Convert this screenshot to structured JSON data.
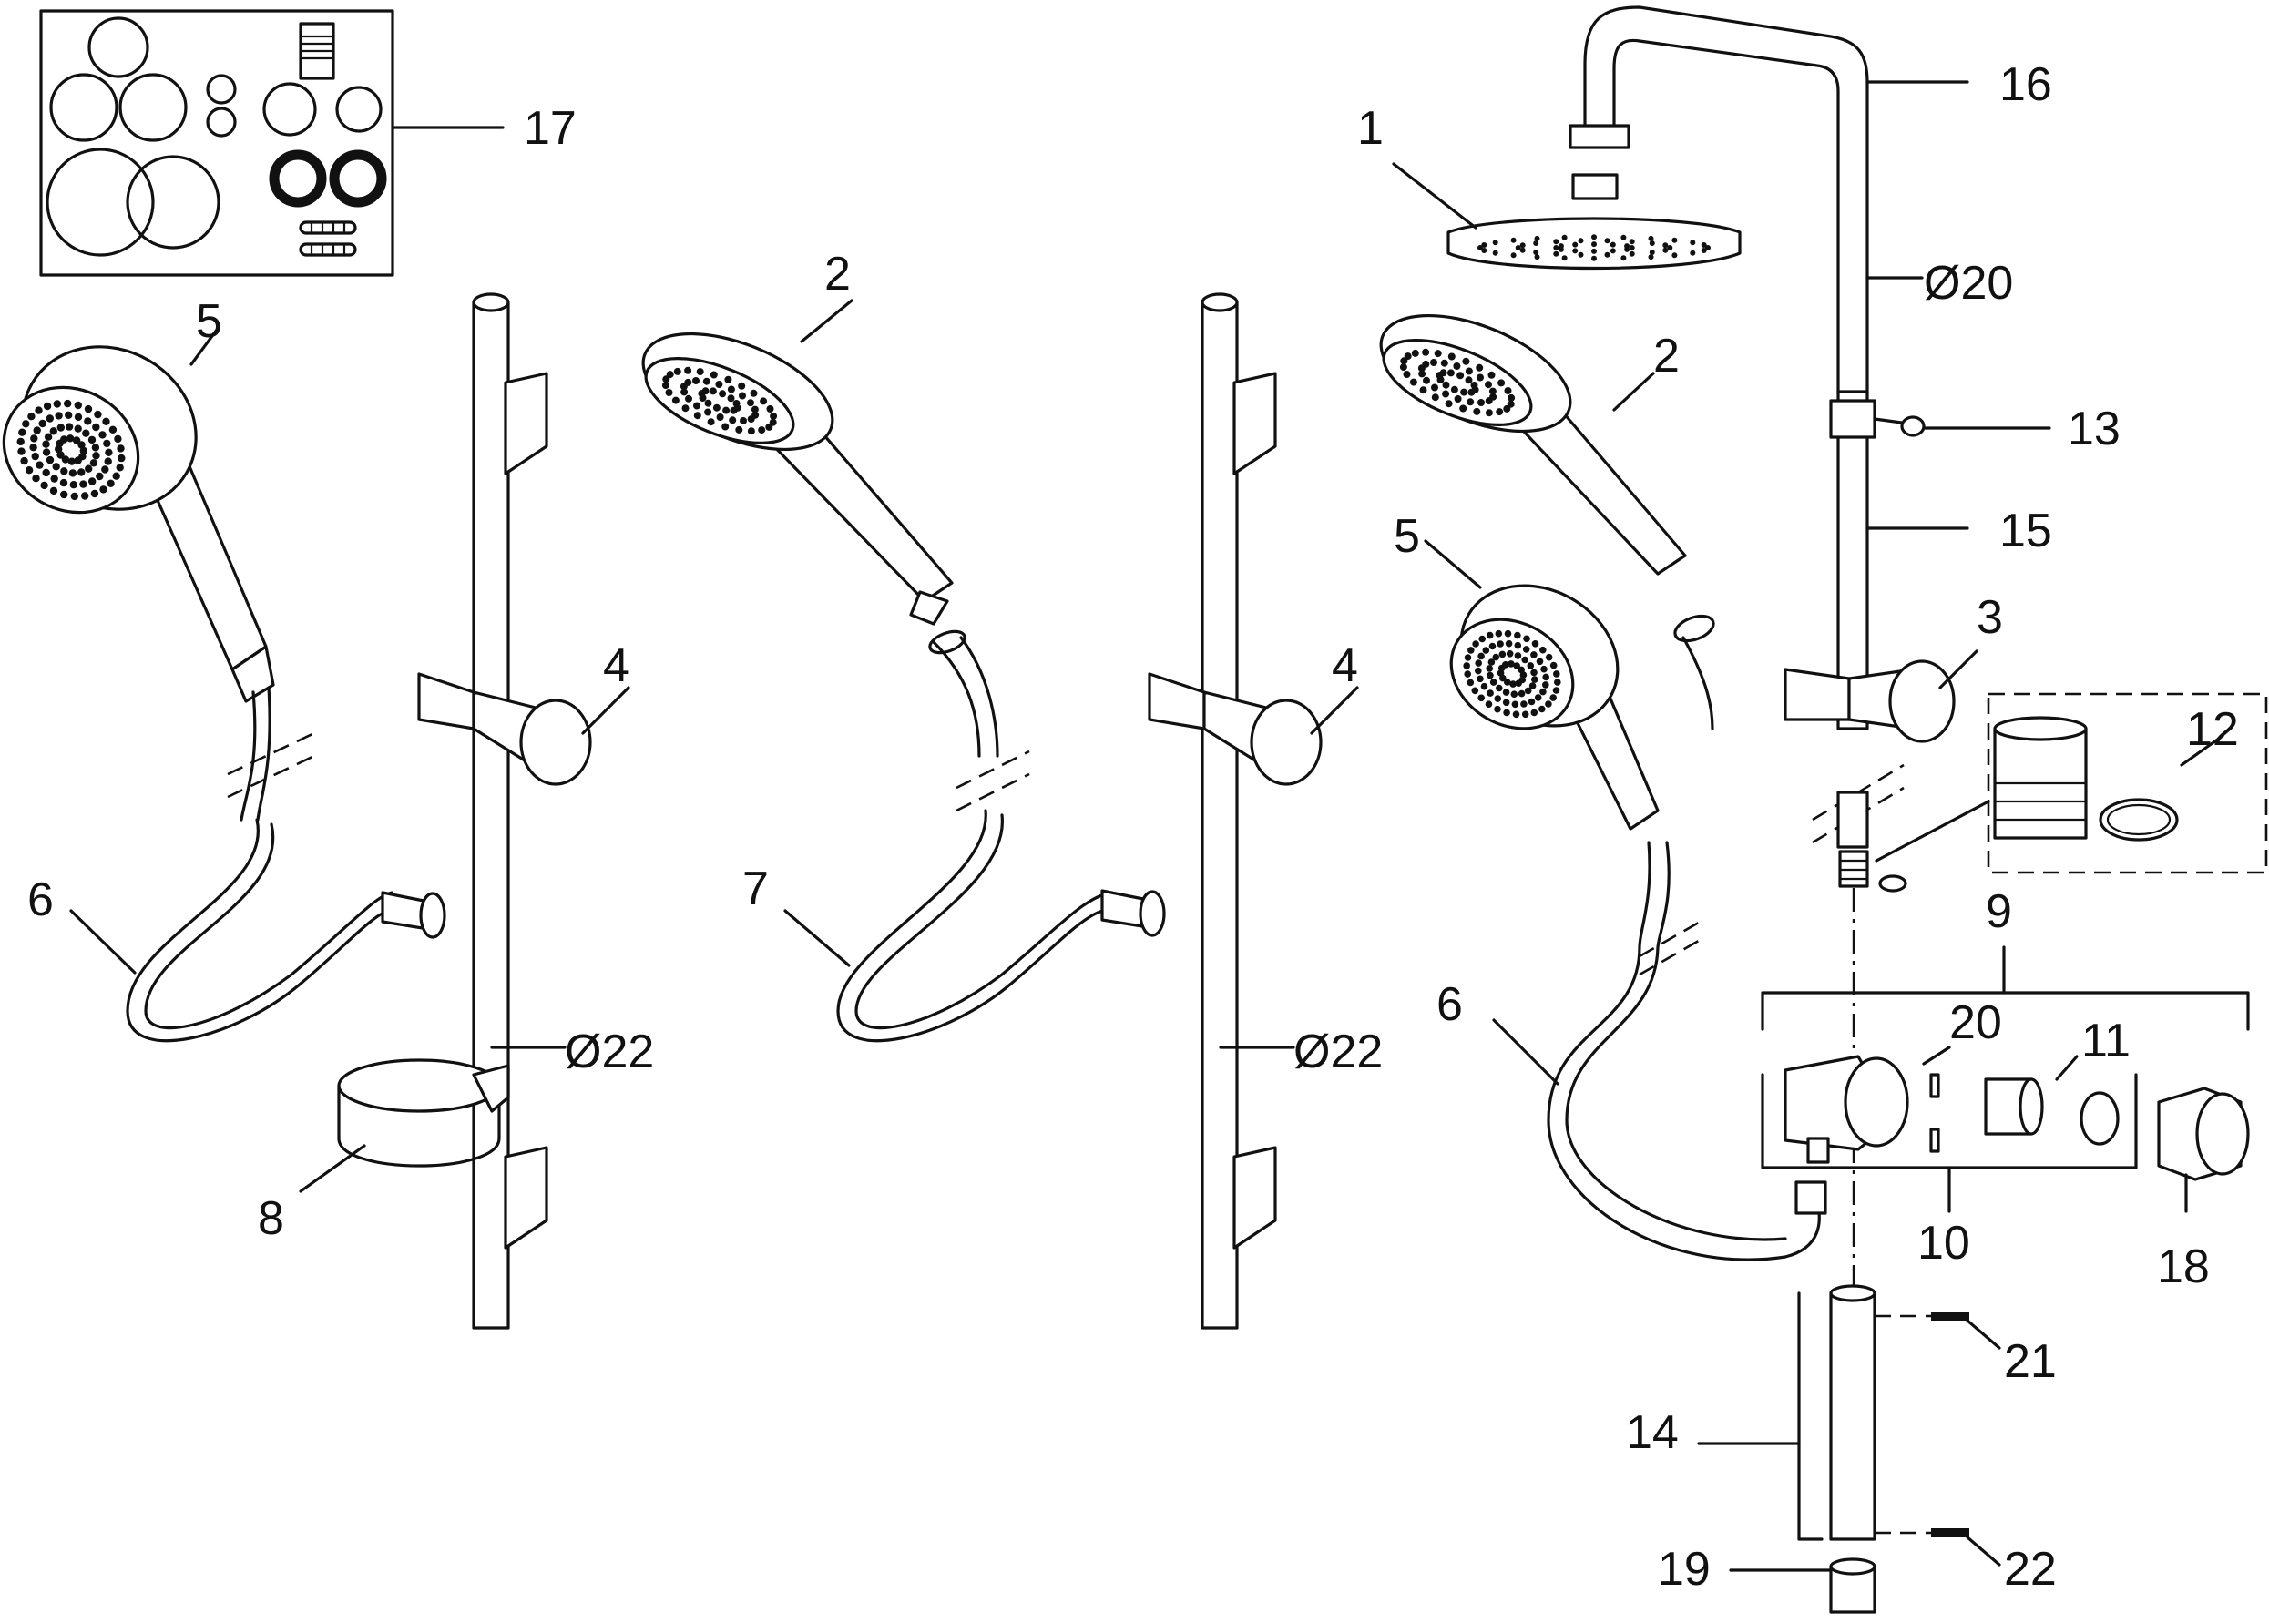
{
  "labels": {
    "l1": "1",
    "l2a": "2",
    "l2b": "2",
    "l3": "3",
    "l4a": "4",
    "l4b": "4",
    "l5a": "5",
    "l5b": "5",
    "l6a": "6",
    "l6b": "6",
    "l7": "7",
    "l8": "8",
    "l9": "9",
    "l10": "10",
    "l11": "11",
    "l12": "12",
    "l13": "13",
    "l14": "14",
    "l15": "15",
    "l16": "16",
    "l17": "17",
    "l18": "18",
    "l19": "19",
    "l20": "20",
    "l21": "21",
    "l22": "22",
    "d22a": "Ø22",
    "d22b": "Ø22",
    "d20": "Ø20"
  }
}
